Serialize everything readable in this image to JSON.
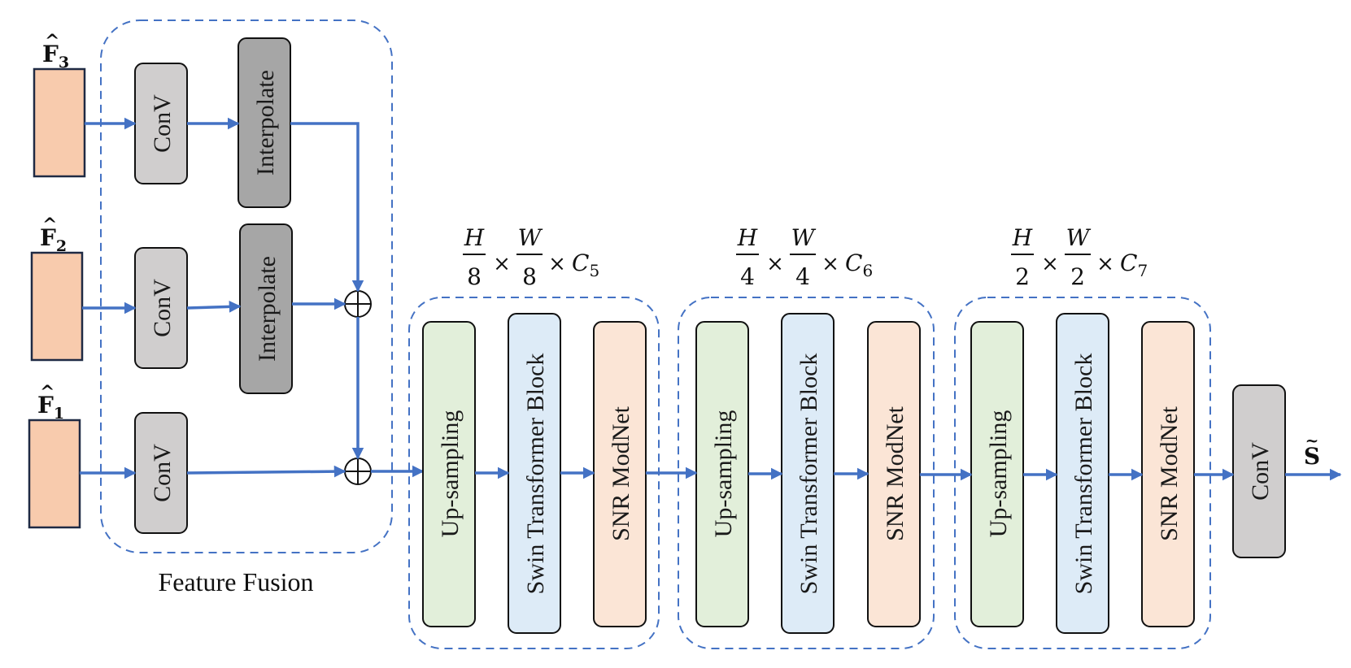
{
  "inputs": [
    {
      "id": "f3",
      "symbol": "F",
      "subscript": "3"
    },
    {
      "id": "f2",
      "symbol": "F",
      "subscript": "2"
    },
    {
      "id": "f1",
      "symbol": "F",
      "subscript": "1"
    }
  ],
  "feature_fusion": {
    "label": "Feature Fusion",
    "conv_label": "ConV",
    "interpolate_label": "Interpolate",
    "add_symbol": "⊕"
  },
  "stages": [
    {
      "h_num": "H",
      "h_den": "8",
      "w_num": "W",
      "w_den": "8",
      "c": "C",
      "c_sub": "5",
      "blocks": [
        "Up-sampling",
        "Swin Transformer Block",
        "SNR ModNet"
      ]
    },
    {
      "h_num": "H",
      "h_den": "4",
      "w_num": "W",
      "w_den": "4",
      "c": "C",
      "c_sub": "6",
      "blocks": [
        "Up-sampling",
        "Swin Transformer Block",
        "SNR ModNet"
      ]
    },
    {
      "h_num": "H",
      "h_den": "2",
      "w_num": "W",
      "w_den": "2",
      "c": "C",
      "c_sub": "7",
      "blocks": [
        "Up-sampling",
        "Swin Transformer Block",
        "SNR ModNet"
      ]
    }
  ],
  "times_symbol": "×",
  "final": {
    "conv_label": "ConV",
    "output_symbol": "S"
  },
  "colors": {
    "arrow": "#4472C4",
    "dashed": "#4472C4",
    "input_fill": "#F8CBAD",
    "input_stroke": "#1F2A44",
    "conv_fill": "#D0CECE",
    "interp_fill": "#A6A6A6",
    "upsample_fill": "#E2EFDA",
    "swin_fill": "#DDEBF7",
    "snr_fill": "#FBE5D6",
    "box_stroke": "#111111"
  }
}
